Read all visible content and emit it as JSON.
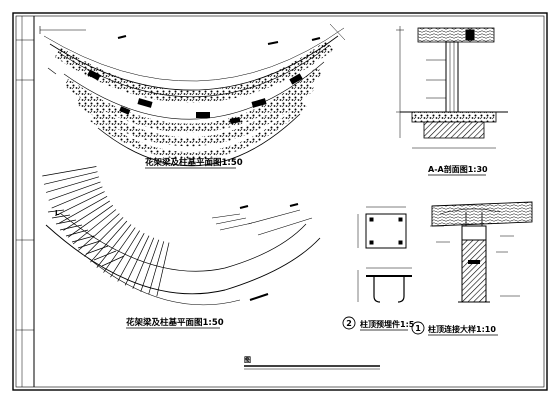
{
  "drawing": {
    "plan_upper_title": "花架梁及柱基平面图1:50",
    "plan_lower_title": "花架梁及柱基平面图1:50",
    "section_title": "A-A剖面图1:30",
    "plate_callout": "2",
    "plate_title": "柱顶预埋件1:5",
    "node_callout": "1",
    "node_title": "柱顶连接大样1:10",
    "footer_title": "图"
  }
}
